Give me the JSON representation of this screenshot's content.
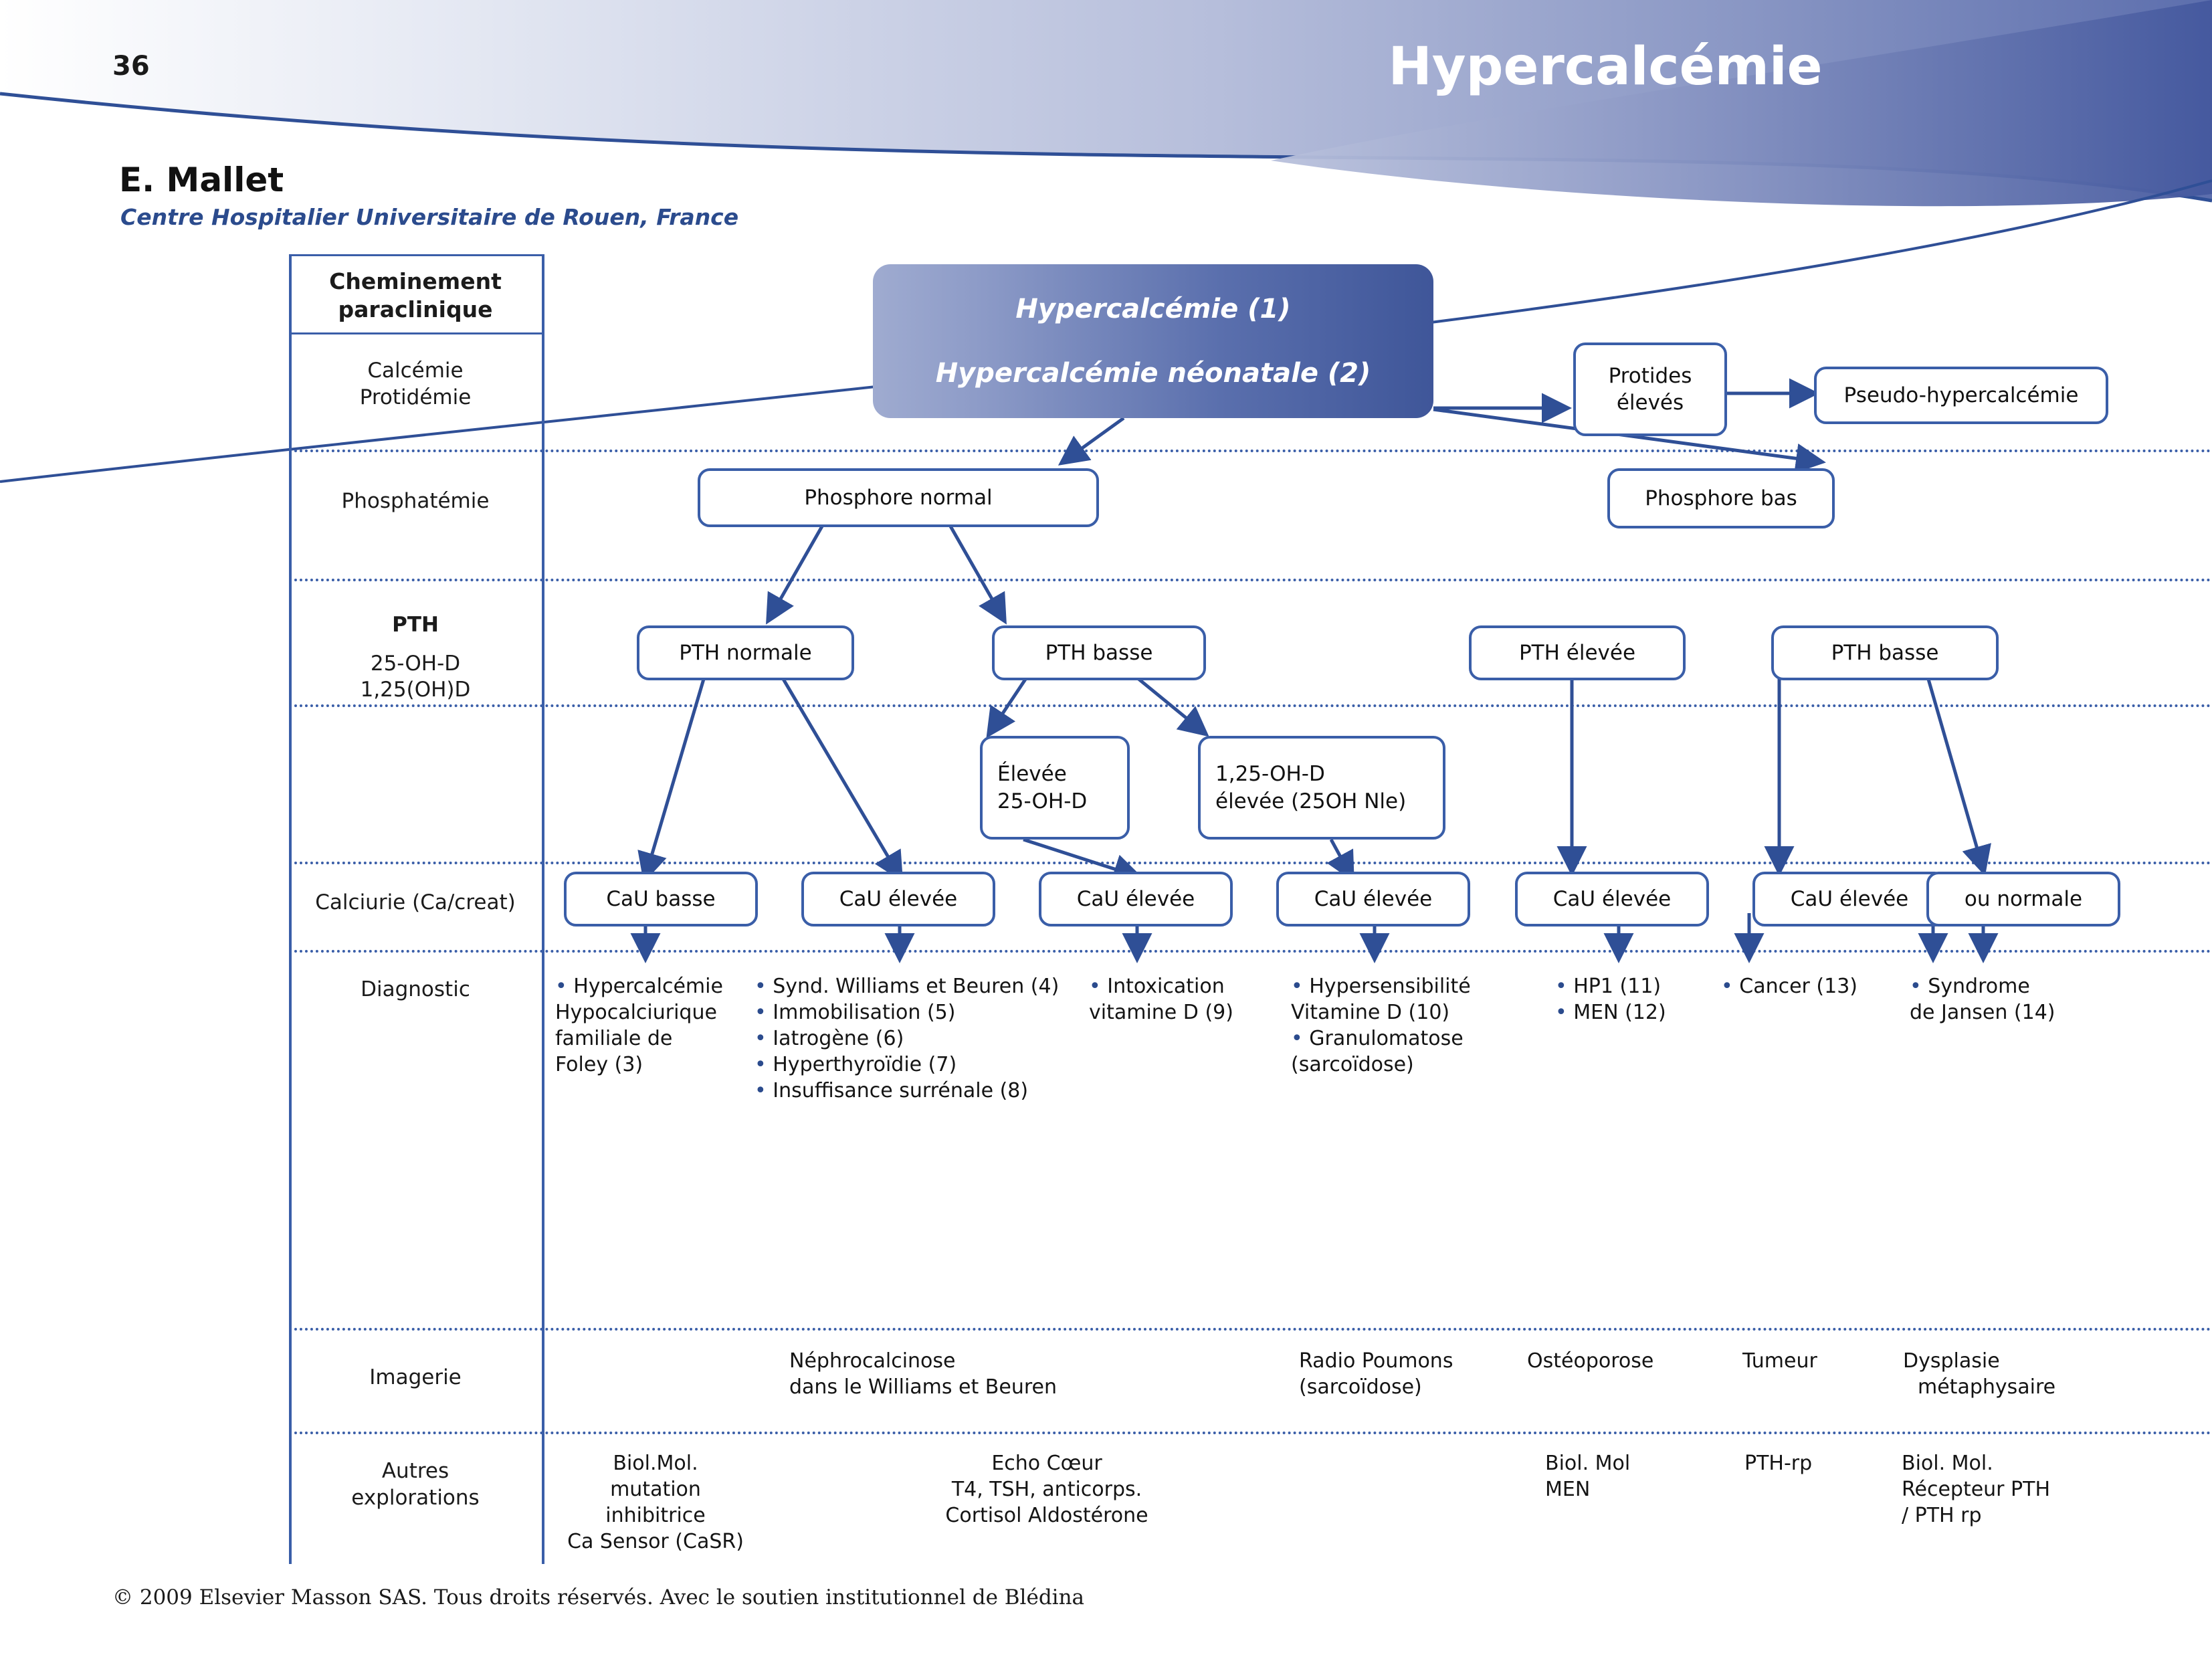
{
  "header": {
    "page_number": "36",
    "title": "Hypercalcémie",
    "author": "E. Mallet",
    "affiliation": "Centre Hospitalier Universitaire de Rouen, France",
    "brand_color": "#3a5ea8",
    "title_color": "#ffffff"
  },
  "row_labels": {
    "header": "Cheminement\nparaclinique",
    "header_line1": "Cheminement",
    "header_line2": "paraclinique",
    "calcemie_line1": "Calcémie",
    "calcemie_line2": "Protidémie",
    "phosphatemie": "Phosphatémie",
    "pth_line1": "PTH",
    "pth_line2": "25-OH-D",
    "pth_line3": "1,25(OH)D",
    "calciurie": "Calciurie (Ca/creat)",
    "diagnostic": "Diagnostic",
    "imagerie": "Imagerie",
    "autres_line1": "Autres",
    "autres_line2": "explorations"
  },
  "main_node": {
    "line1": "Hypercalcémie (1)",
    "line2": "Hypercalcémie néonatale (2)"
  },
  "nodes": {
    "protides": "Protides\nélevés",
    "protides_l1": "Protides",
    "protides_l2": "élevés",
    "pseudo": "Pseudo-hypercalcémie",
    "phosphore_normal": "Phosphore normal",
    "phosphore_bas": "Phosphore bas",
    "pth_normale": "PTH normale",
    "pth_basse_left": "PTH basse",
    "pth_elevee": "PTH élevée",
    "pth_basse_right": "PTH basse",
    "elevee_25ohd_l1": "Élevée",
    "elevee_25ohd_l2": "25-OH-D",
    "d125_l1": "1,25-OH-D",
    "d125_l2": "élevée (25OH Nle)",
    "cau1": "CaU basse",
    "cau2": "CaU élevée",
    "cau3": "CaU élevée",
    "cau4": "CaU élevée",
    "cau5": "CaU élevée",
    "cau6": "CaU élevée",
    "cau7": "ou normale"
  },
  "diagnostics": {
    "col1": {
      "bullets": [
        "Hypercalcémie"
      ],
      "continuation": [
        "Hypocalciurique",
        "familiale de",
        "Foley (3)"
      ]
    },
    "col2": {
      "bullets": [
        "Synd. Williams et Beuren (4)",
        "Immobilisation (5)",
        "Iatrogène (6)",
        "Hyperthyroïdie (7)",
        "Insuffisance surrénale (8)"
      ]
    },
    "col3": {
      "bullets": [
        "Intoxication"
      ],
      "continuation": [
        "vitamine D (9)"
      ]
    },
    "col4": {
      "bullets": [
        "Hypersensibilité"
      ],
      "continuation": [
        "Vitamine D (10)"
      ],
      "bullets2": [
        "Granulomatose"
      ],
      "continuation2": [
        "(sarcoïdose)"
      ]
    },
    "col5": {
      "bullets": [
        "HP1 (11)",
        "MEN (12)"
      ]
    },
    "col6": {
      "bullets": [
        "Cancer (13)"
      ]
    },
    "col7": {
      "bullets": [
        "Syndrome"
      ],
      "continuation": [
        "de Jansen (14)"
      ]
    }
  },
  "imagerie": {
    "col2_l1": "Néphrocalcinose",
    "col2_l2": "dans le Williams et Beuren",
    "col4_l1": "Radio Poumons",
    "col4_l2": "(sarcoïdose)",
    "col5": "Ostéoporose",
    "col6": "Tumeur",
    "col7_l1": "Dysplasie",
    "col7_l2": "métaphysaire"
  },
  "autres_explorations": {
    "col1_l1": "Biol.Mol.",
    "col1_l2": "mutation",
    "col1_l3": "inhibitrice",
    "col1_l4": "Ca Sensor (CaSR)",
    "col3_l1": "Echo Cœur",
    "col3_l2": "T4, TSH, anticorps.",
    "col3_l3": "Cortisol Aldostérone",
    "col5_l1": "Biol. Mol",
    "col5_l2": "MEN",
    "col6_l1": "PTH-rp",
    "col7_l1": "Biol. Mol.",
    "col7_l2": "Récepteur PTH",
    "col7_l3": "/ PTH rp"
  },
  "footer": {
    "copyright": "© 2009 Elsevier Masson SAS. Tous droits réservés. Avec le soutien institutionnel de Blédina"
  }
}
